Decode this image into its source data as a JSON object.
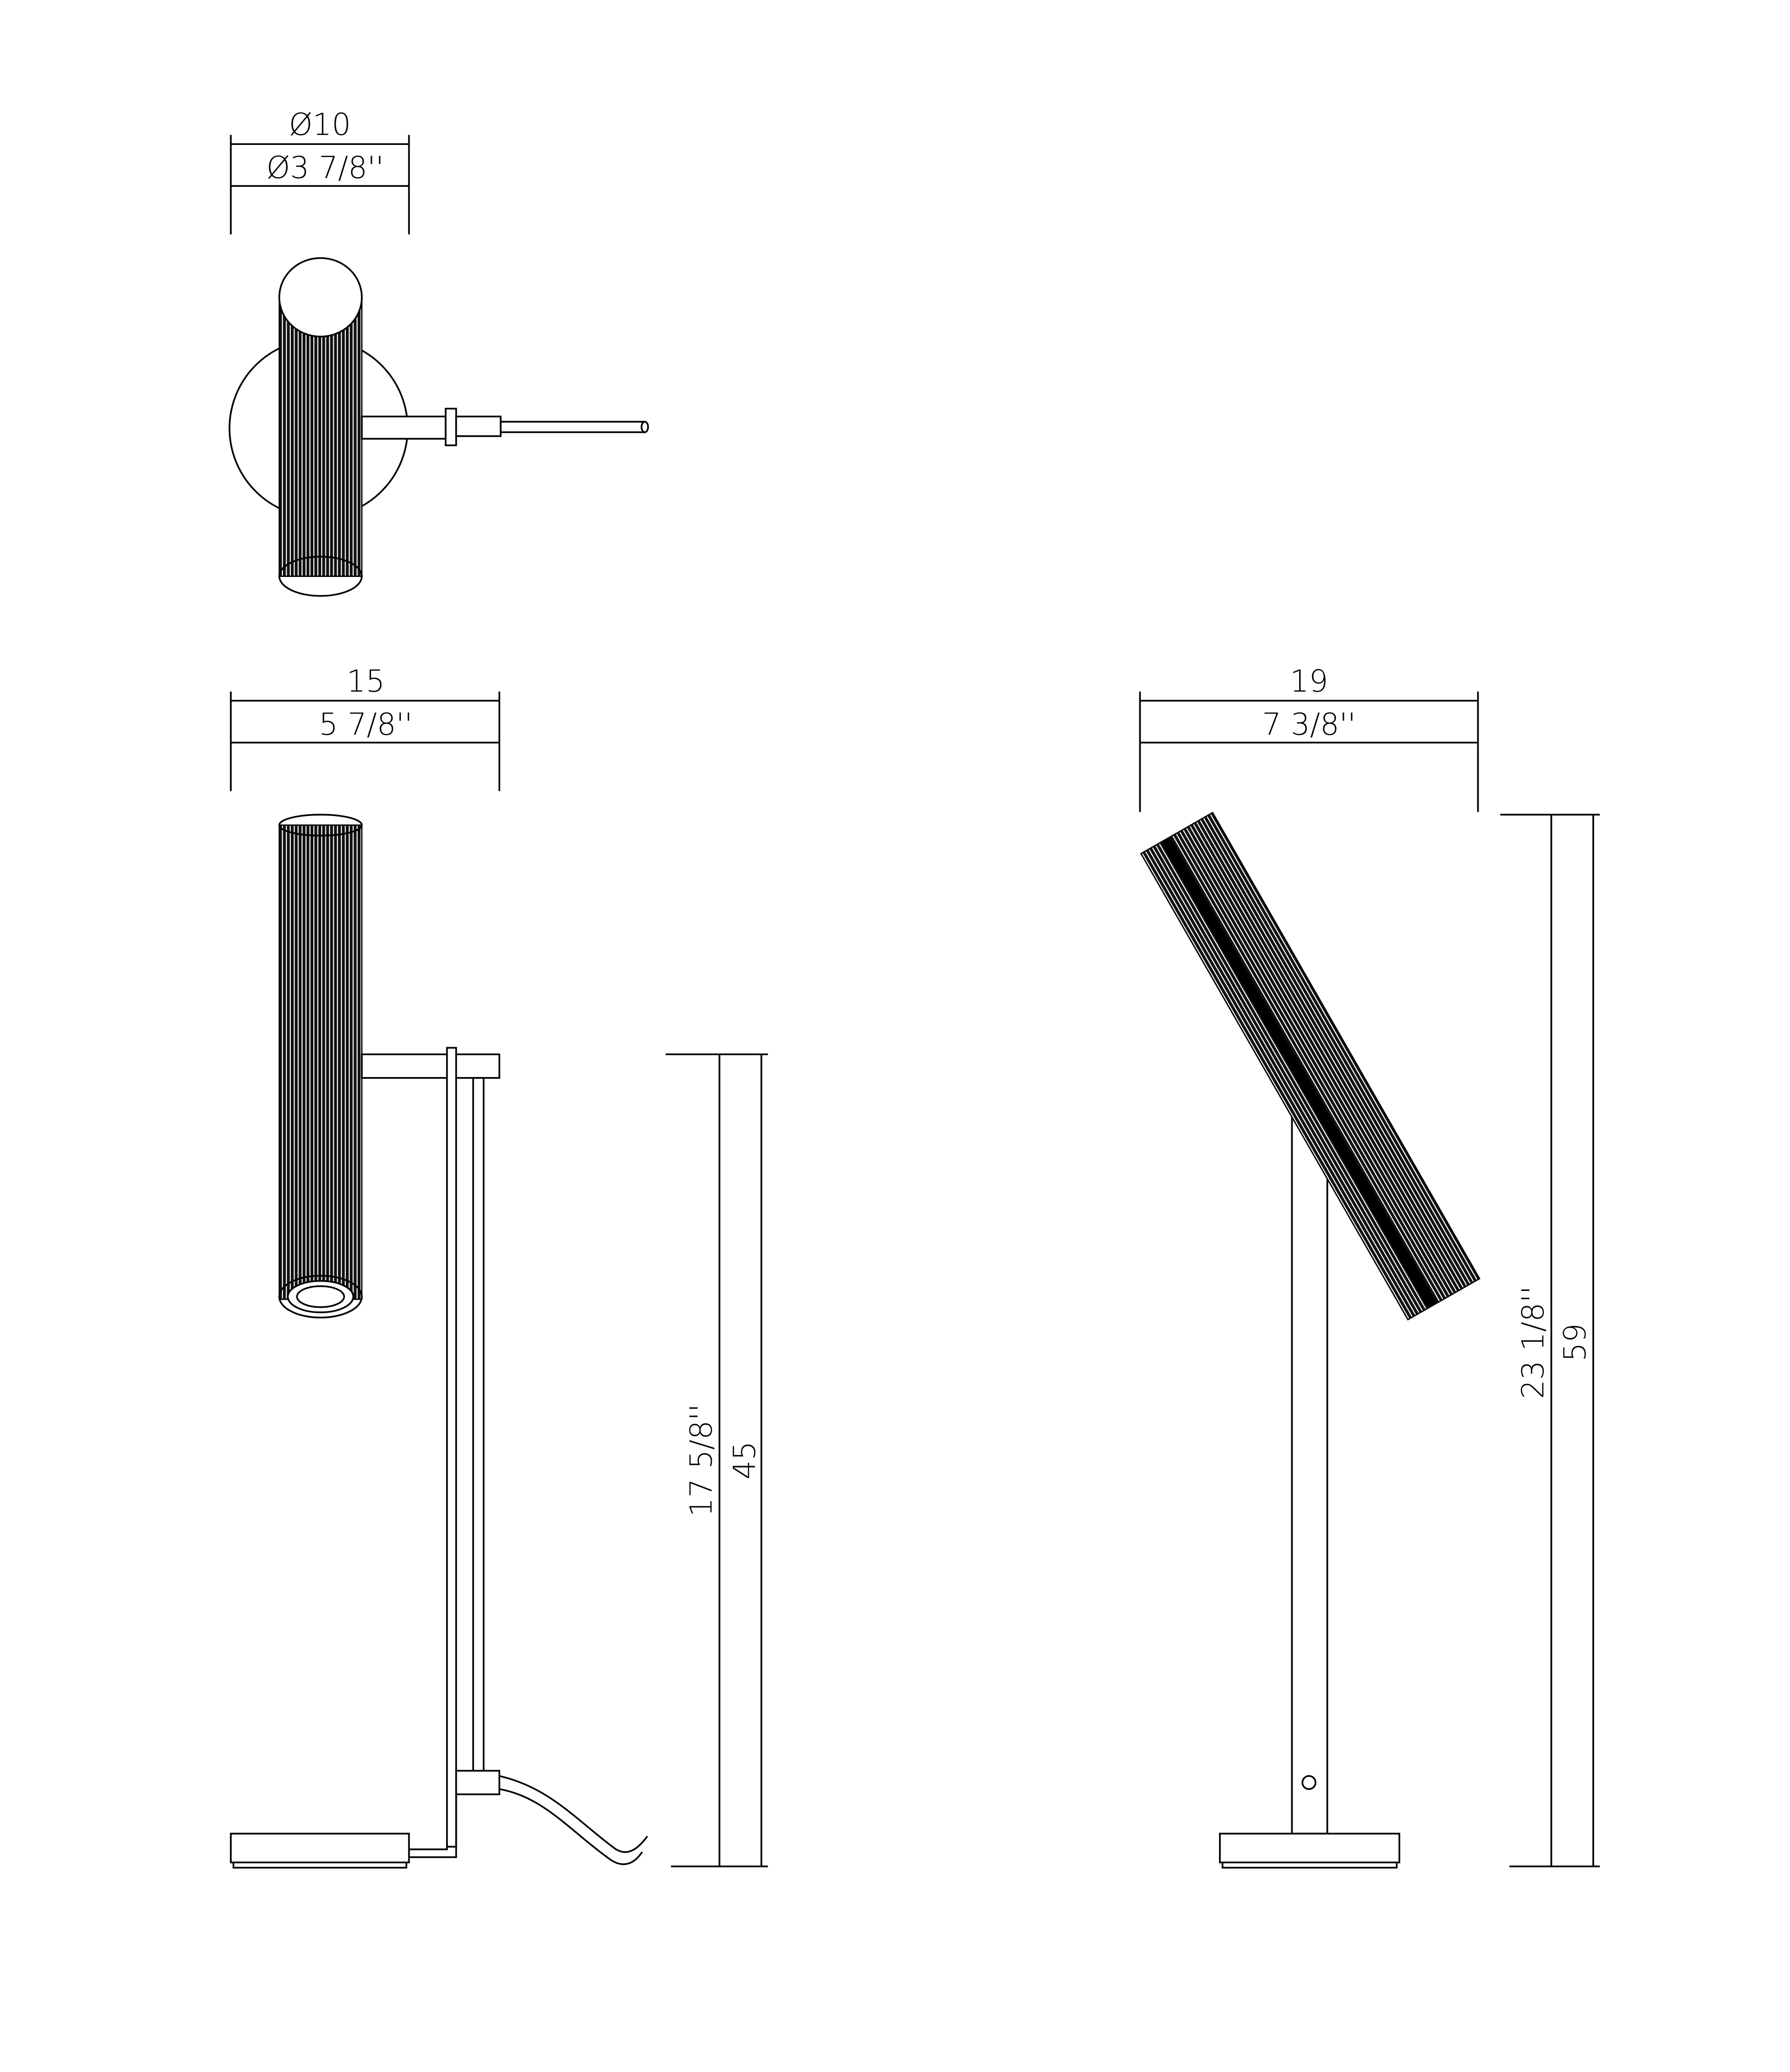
{
  "top_view": {
    "diameter_cm": "Ø10",
    "diameter_in": "Ø3 7/8''"
  },
  "front_view": {
    "width_cm": "15",
    "width_in": "5 7/8''",
    "height_in": "17 5/8''",
    "height_cm": "45"
  },
  "side_view": {
    "width_cm": "19",
    "width_in": "7 3/8''",
    "height_in": "23 1/8''",
    "height_cm": "59"
  },
  "colors": {
    "line": "#000000",
    "background": "#ffffff"
  }
}
